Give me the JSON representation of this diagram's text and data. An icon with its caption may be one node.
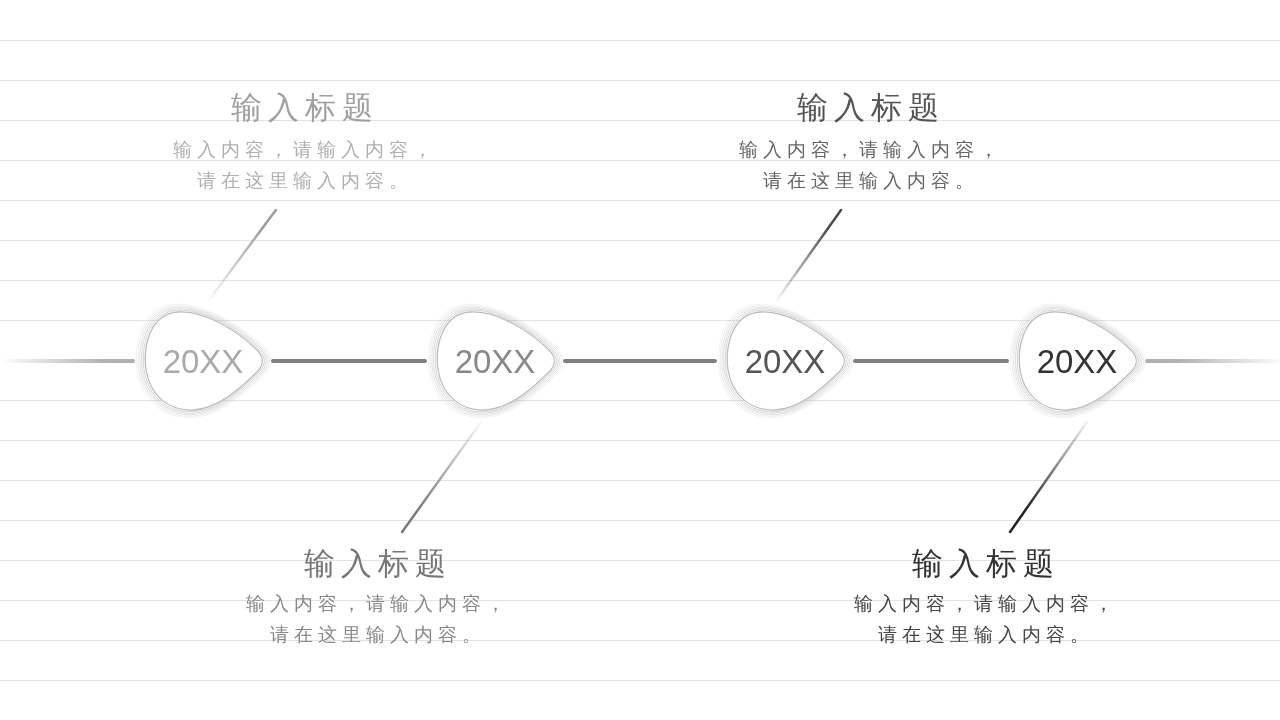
{
  "diagram": {
    "nodes": [
      {
        "text": [
          "输入标题",
          "输入内容，请输入内容，请在这里输入内容。"
        ]
      },
      {
        "text": [
          "输入标题",
          "输入内容，请输入内容，请在这里输入内容。"
        ]
      },
      {
        "text": [
          "20XX"
        ]
      },
      {
        "text": [
          "20XX"
        ]
      },
      {
        "text": [
          "20XX"
        ]
      },
      {
        "text": [
          "20XX"
        ]
      },
      {
        "text": [
          "输入标题",
          "输入内容，请输入内容，请在这里输入内容。"
        ]
      },
      {
        "text": [
          "输入标题",
          "输入内容，请输入内容，请在这里输入内容。"
        ]
      }
    ],
    "edges": [
      {
        "from": null,
        "to": 2,
        "arrow": "none",
        "style": "thick"
      },
      {
        "from": 2,
        "to": 3,
        "arrow": "none",
        "style": "thick"
      },
      {
        "from": 3,
        "to": 4,
        "arrow": "none",
        "style": "thick"
      },
      {
        "from": 4,
        "to": 5,
        "arrow": "none",
        "style": "thick"
      },
      {
        "from": 5,
        "to": null,
        "arrow": "none",
        "style": "thick"
      },
      {
        "from": 0,
        "to": 2,
        "arrow": "none"
      },
      {
        "from": 1,
        "to": 4,
        "arrow": "none"
      },
      {
        "from": 6,
        "to": 3,
        "arrow": "none"
      },
      {
        "from": 7,
        "to": 5,
        "arrow": "none"
      }
    ]
  }
}
